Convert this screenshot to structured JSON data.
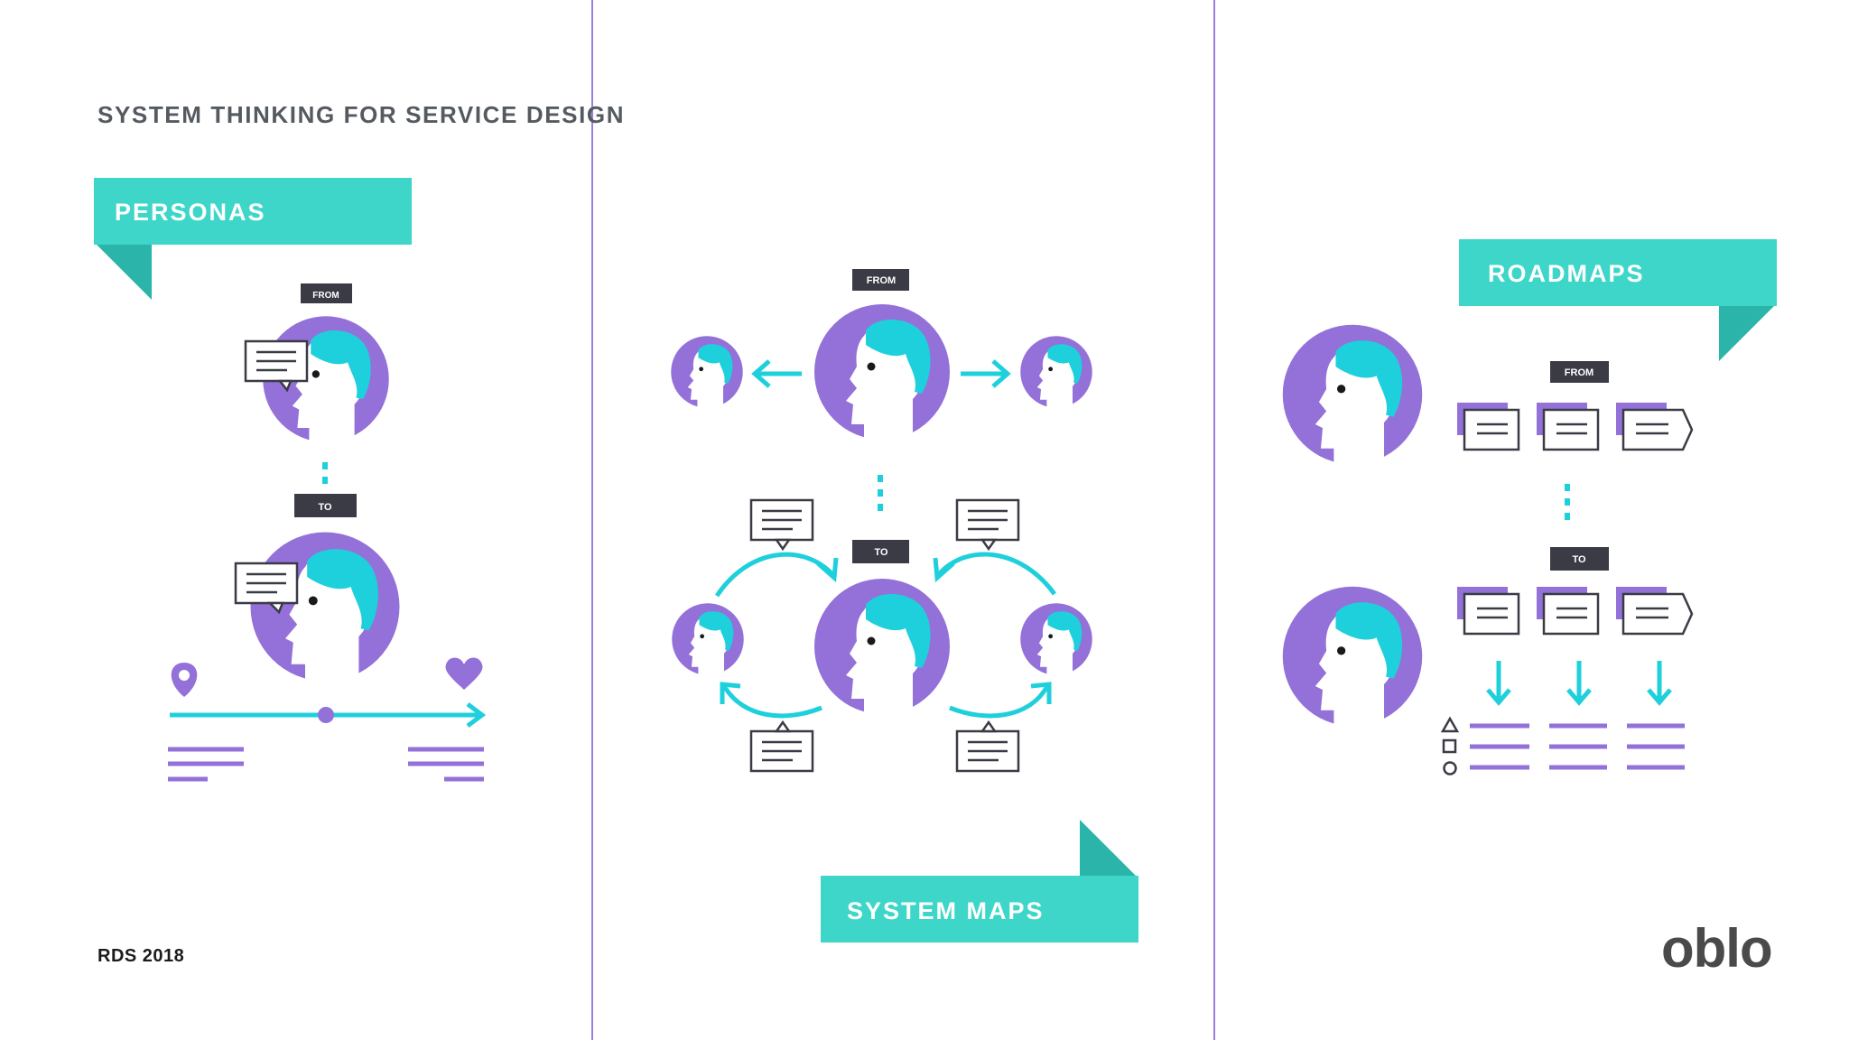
{
  "title": "SYSTEM THINKING FOR SERVICE DESIGN",
  "footer": {
    "event": "RDS 2018",
    "logo": "oblo"
  },
  "panels": {
    "personas": {
      "label": "PERSONAS",
      "from": "FROM",
      "to": "TO"
    },
    "system_maps": {
      "label": "SYSTEM MAPS",
      "from": "FROM",
      "to": "TO"
    },
    "roadmaps": {
      "label": "ROADMAPS",
      "from": "FROM",
      "to": "TO",
      "legend_shapes": [
        "triangle",
        "square",
        "circle"
      ]
    }
  },
  "colors": {
    "teal": "#3dd6c9",
    "teal_dark": "#2bb5aa",
    "purple": "#9371d8",
    "cyan": "#1ed0dc",
    "dark": "#3a3b45",
    "gray_text": "#555a60",
    "divider": "#9b7ee0"
  }
}
